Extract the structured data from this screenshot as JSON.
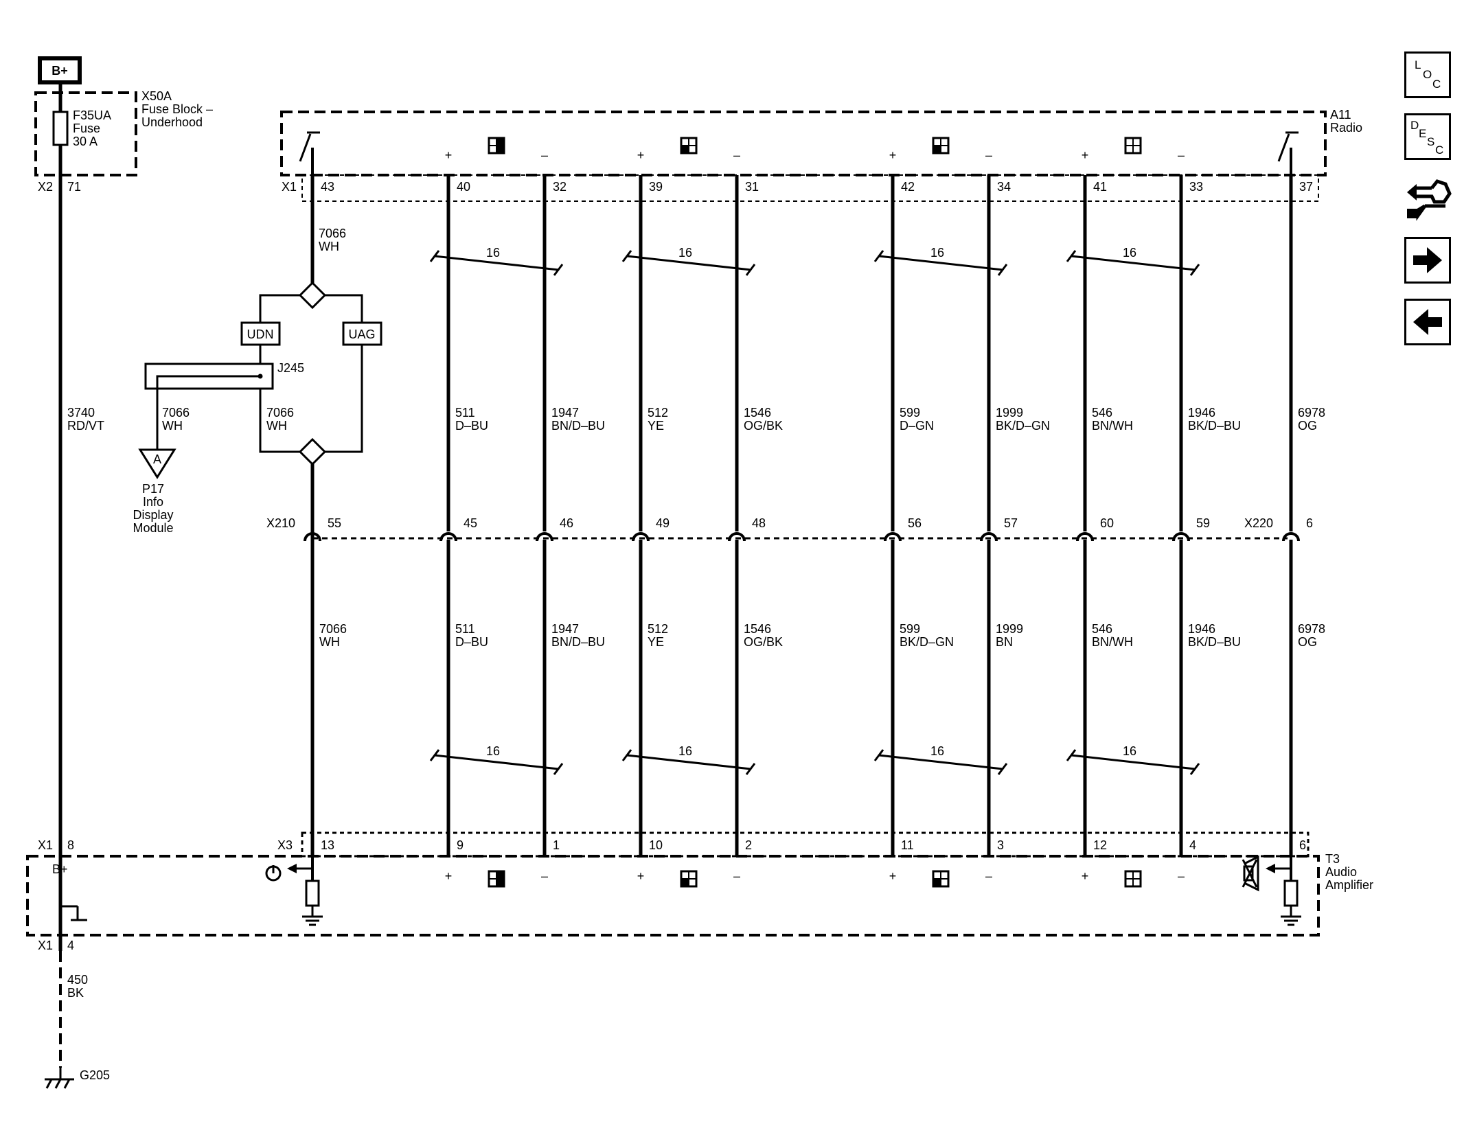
{
  "power": {
    "label": "B+"
  },
  "fuse_block": {
    "connector": "X2",
    "pin": "71",
    "name": "X50A",
    "desc_1": "Fuse Block –",
    "desc_2": "Underhood",
    "fuse_id": "F35UA",
    "fuse_word": "Fuse",
    "fuse_rating": "30 A"
  },
  "radio": {
    "id": "A11",
    "name": "Radio",
    "connector": "X1"
  },
  "amplifier": {
    "id": "T3",
    "name_1": "Audio",
    "name_2": "Amplifier",
    "connector_x3": "X3",
    "connector_x1": "X1",
    "bplus": "B+",
    "gnd_pin_top": "8",
    "gnd_pin_bottom": "4"
  },
  "ground": {
    "circuit": "450",
    "color": "BK",
    "id": "G205"
  },
  "splice": {
    "id": "J245",
    "udn": "UDN",
    "uag": "UAG",
    "wire_left_circuit": "7066",
    "wire_left_color": "WH",
    "wire_right_circuit": "7066",
    "wire_right_color": "WH",
    "top_circuit": "7066",
    "top_color": "WH"
  },
  "info_display": {
    "arrow": "A",
    "line_1": "P17",
    "line_2": "Info",
    "line_3": "Display",
    "line_4": "Module"
  },
  "power_wire": {
    "circuit": "3740",
    "color": "RD/VT"
  },
  "inline_connectors": {
    "x210": "X210",
    "x220": "X220"
  },
  "twist": "16",
  "wires": [
    {
      "radio_pin": "43",
      "upper_circuit": "",
      "upper_color": "",
      "inline_pin": "55",
      "lower_circuit": "7066",
      "lower_color": "WH",
      "amp_pin": "13"
    },
    {
      "radio_pin": "40",
      "upper_circuit": "511",
      "upper_color": "D–BU",
      "inline_pin": "45",
      "lower_circuit": "511",
      "lower_color": "D–BU",
      "amp_pin": "9"
    },
    {
      "radio_pin": "32",
      "upper_circuit": "1947",
      "upper_color": "BN/D–BU",
      "inline_pin": "46",
      "lower_circuit": "1947",
      "lower_color": "BN/D–BU",
      "amp_pin": "1"
    },
    {
      "radio_pin": "39",
      "upper_circuit": "512",
      "upper_color": "YE",
      "inline_pin": "49",
      "lower_circuit": "512",
      "lower_color": "YE",
      "amp_pin": "10"
    },
    {
      "radio_pin": "31",
      "upper_circuit": "1546",
      "upper_color": "OG/BK",
      "inline_pin": "48",
      "lower_circuit": "1546",
      "lower_color": "OG/BK",
      "amp_pin": "2"
    },
    {
      "radio_pin": "42",
      "upper_circuit": "599",
      "upper_color": "D–GN",
      "inline_pin": "56",
      "lower_circuit": "599",
      "lower_color": "BK/D–GN",
      "amp_pin": "11"
    },
    {
      "radio_pin": "34",
      "upper_circuit": "1999",
      "upper_color": "BK/D–GN",
      "inline_pin": "57",
      "lower_circuit": "1999",
      "lower_color": "BN",
      "amp_pin": "3"
    },
    {
      "radio_pin": "41",
      "upper_circuit": "546",
      "upper_color": "BN/WH",
      "inline_pin": "60",
      "lower_circuit": "546",
      "lower_color": "BN/WH",
      "amp_pin": "12"
    },
    {
      "radio_pin": "33",
      "upper_circuit": "1946",
      "upper_color": "BK/D–BU",
      "inline_pin": "59",
      "lower_circuit": "1946",
      "lower_color": "BK/D–BU",
      "amp_pin": "4"
    },
    {
      "radio_pin": "37",
      "upper_circuit": "6978",
      "upper_color": "OG",
      "inline_pin": "6",
      "lower_circuit": "6978",
      "lower_color": "OG",
      "amp_pin": "6"
    }
  ],
  "polarity": {
    "plus": "+",
    "minus": "–"
  },
  "nav": {
    "loc_l": "L",
    "loc_o": "O",
    "loc_c": "C",
    "desc_d": "D",
    "desc_e": "E",
    "desc_s": "S",
    "desc_c": "C",
    "icons": [
      "loc-icon",
      "desc-icon",
      "connector-icon",
      "arrow-right-icon",
      "arrow-left-icon"
    ]
  }
}
